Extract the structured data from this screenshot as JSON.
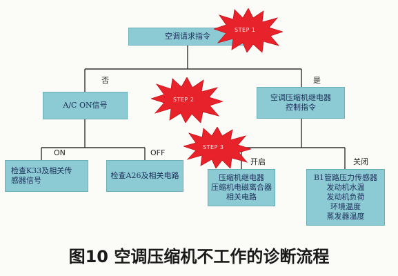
{
  "nodes": {
    "ac_request": {
      "lines": [
        "空调请求指令"
      ]
    },
    "ac_on_signal": {
      "lines": [
        "A/C ON信号"
      ]
    },
    "compressor_relay_cmd": {
      "lines": [
        "空调压缩机继电器",
        "控制指令"
      ]
    },
    "check_k33": {
      "lines": [
        "检查K33及相关传",
        "感器信号"
      ]
    },
    "check_a26": {
      "lines": [
        "检查A26及相关电路"
      ]
    },
    "compressor_components": {
      "lines": [
        "压缩机继电器",
        "压缩机电磁离合器",
        "相关电路"
      ]
    },
    "sensors_list": {
      "lines": [
        "B1管路压力传感器",
        "发动机水温",
        "发动机负荷",
        "环境温度",
        "蒸发器温度"
      ]
    }
  },
  "edge_labels": {
    "no": "否",
    "yes": "是",
    "on": "ON",
    "off": "OFF",
    "open": "开启",
    "close": "关闭"
  },
  "steps": {
    "step1": "STEP 1",
    "step2": "STEP 2",
    "step3": "STEP 3"
  },
  "caption": "图10 空调压缩机不工作的诊断流程",
  "colors": {
    "node_fill": "#8ccbd3",
    "burst_fill": "#e8222a",
    "line": "#333333"
  }
}
